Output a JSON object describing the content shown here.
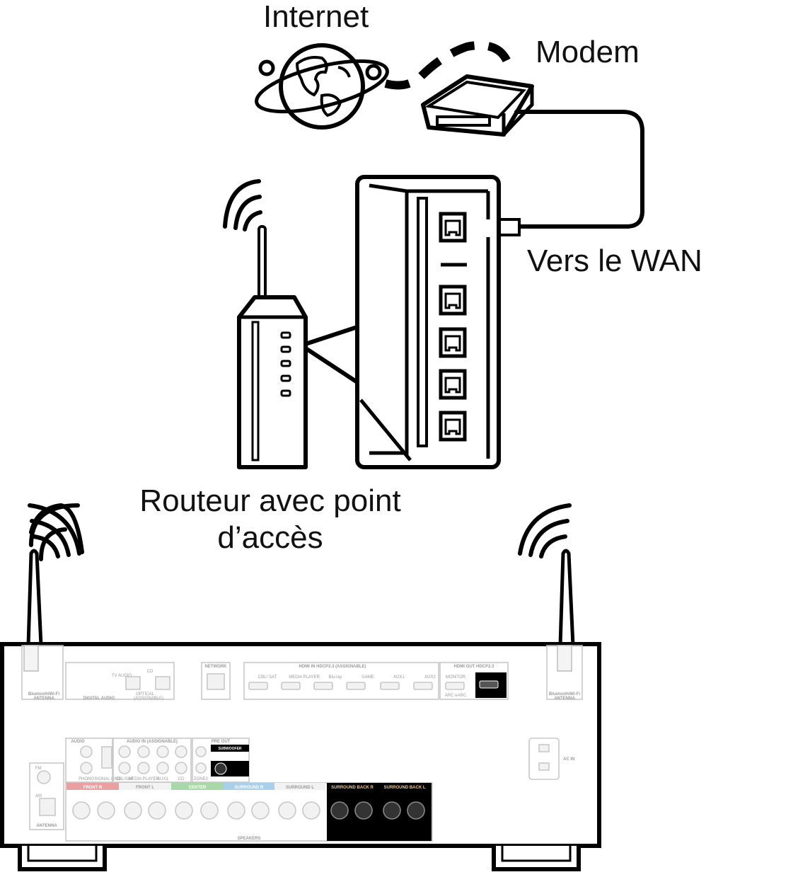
{
  "labels": {
    "internet": "Internet",
    "modem": "Modem",
    "wan": "Vers le WAN",
    "router_line1": "Routeur avec point",
    "router_line2": "d’accès"
  },
  "receiver_panel": {
    "antenna_left": "Bluetooth/Wi-Fi",
    "antenna_left_sub": "ANTENNA",
    "antenna_right": "Bluetooth/Wi-Fi",
    "antenna_right_sub": "ANTENNA",
    "digital_audio": "DIGITAL AUDIO",
    "assignable": "(ASSIGNABLE)",
    "tv_audio": "TV AUDIO",
    "cd": "CD",
    "optical": "OPTICAL",
    "network": "NETWORK",
    "hdmi_in": "HDMI  IN  HDCP2.3  (ASSIGNABLE)",
    "hdmi_in_1": "CBL/ SAT",
    "hdmi_in_2": "MEDIA PLAYER",
    "hdmi_in_3": "Blu-ray",
    "hdmi_in_4": "GAME",
    "hdmi_in_5": "AUX1",
    "hdmi_in_6": "AUX2",
    "hdmi_out": "HDMI OUT HDCP2.3",
    "monitor": "MONITOR",
    "arc": "ARC eARC",
    "audio_phono": "AUDIO",
    "phono": "PHONO",
    "signal_gnd": "SIGNAL GND",
    "audio_assignable": "AUDIO  IN  (ASSIGNABLE)",
    "cbl_sat": "CBL/SAT",
    "media_player": "MEDIA PLAYER",
    "aux1": "AUX1",
    "cd_in": "CD",
    "zone2": "ZONE2",
    "pre_out": "PRE OUT",
    "subwoofer": "SUBWOOFER",
    "fm": "FM",
    "am": "AM",
    "antenna": "ANTENNA",
    "ac_in": "AC IN",
    "front_r": "FRONT R",
    "front_l": "FRONT L",
    "center": "CENTER",
    "surround_r": "SURROUND R",
    "surround_l": "SURROUND L",
    "surround_back_r": "SURROUND BACK R",
    "surround_back_l": "SURROUND BACK L",
    "speakers": "SPEAKERS"
  },
  "colors": {
    "line": "#000000",
    "panel_gray": "#c8c8c8",
    "front": "#e8a0a0",
    "center": "#a8d8a8",
    "surround": "#a8d0ea",
    "surround_back": "#f0c890"
  }
}
